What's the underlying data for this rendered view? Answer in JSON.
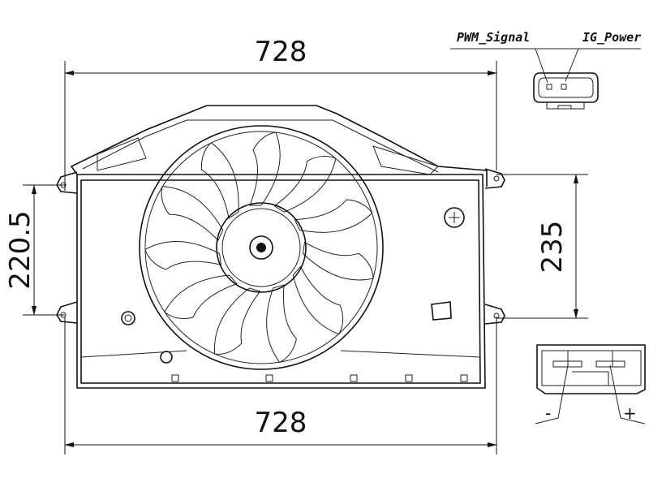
{
  "drawing": {
    "dimensions": {
      "top_width": "728",
      "bottom_width": "728",
      "left_height": "220.5",
      "right_height": "235"
    },
    "connector_top": {
      "pin1_label": "PWM_Signal",
      "pin2_label": "IG_Power"
    },
    "connector_bottom": {
      "minus_label": "-",
      "plus_label": "+"
    },
    "fan": {
      "blade_count": 11
    }
  }
}
